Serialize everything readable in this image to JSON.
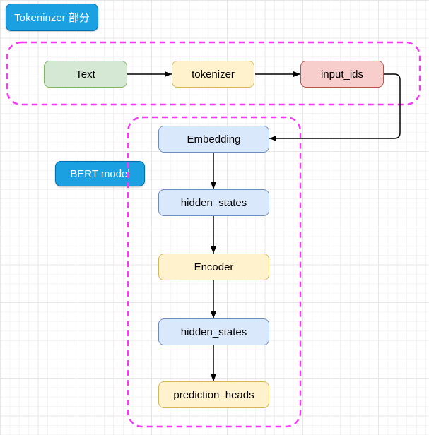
{
  "diagram": {
    "badges": {
      "tokenizer_section": "Tokeninzer 部分",
      "bert_model": "BERT model"
    },
    "nodes": {
      "text": "Text",
      "tokenizer": "tokenizer",
      "input_ids": "input_ids",
      "embedding": "Embedding",
      "hidden_states_1": "hidden_states",
      "encoder": "Encoder",
      "hidden_states_2": "hidden_states",
      "prediction_heads": "prediction_heads"
    },
    "colors": {
      "badge_fill": "#1ba1e2",
      "badge_border": "#006eaf",
      "badge_text": "#ffffff",
      "green_fill": "#d5e8d4",
      "green_border": "#82b366",
      "yellow_fill": "#fff2cc",
      "yellow_border": "#d6b656",
      "red_fill": "#f8cecc",
      "red_border": "#b85450",
      "blue_fill": "#dae8fc",
      "blue_border": "#6c8ebf",
      "group_frame": "#fb35fb",
      "arrow": "#000000",
      "grid_minor": "#f6f3f3",
      "grid_major": "#e9e6e6"
    }
  }
}
